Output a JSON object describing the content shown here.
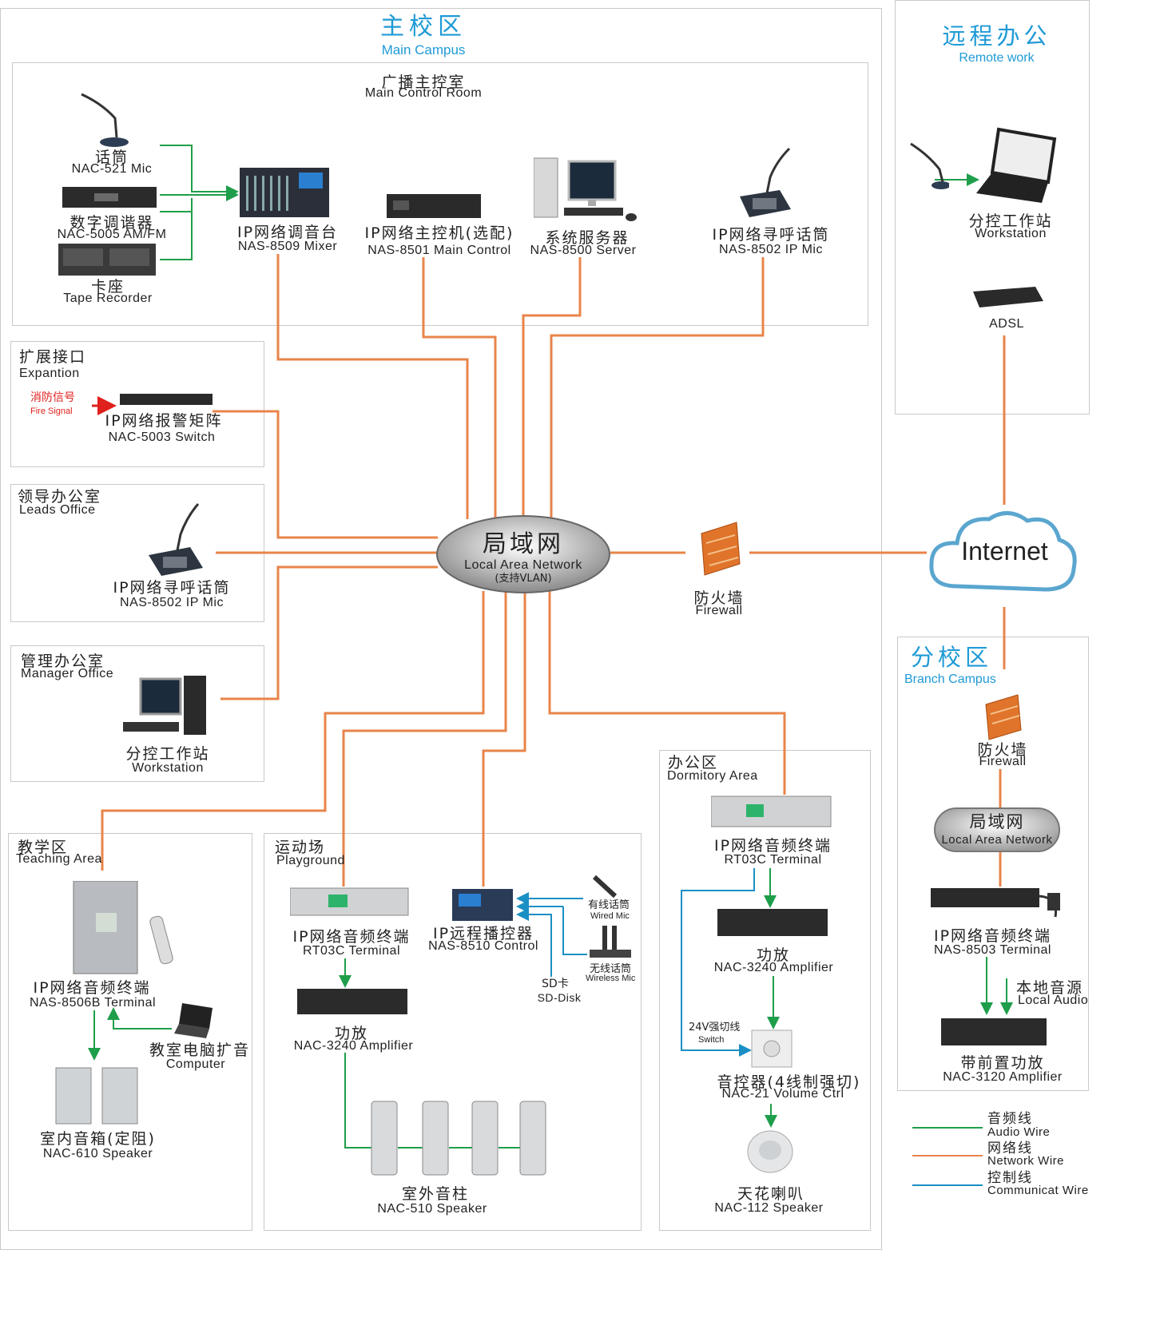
{
  "main_campus": {
    "title_cn": "主校区",
    "title_en": "Main Campus"
  },
  "main_control_room": {
    "title_cn": "广播主控室",
    "title_en": "Main Control Room",
    "mic": {
      "cn": "话筒",
      "en": "NAC-521 Mic"
    },
    "tuner": {
      "cn": "数字调谐器",
      "en": "NAC-5005 AM/FM"
    },
    "tape": {
      "cn": "卡座",
      "en": "Tape Recorder"
    },
    "mixer": {
      "cn": "IP网络调音台",
      "en": "NAS-8509 Mixer"
    },
    "main_control": {
      "cn": "IP网络主控机(选配)",
      "en": "NAS-8501 Main Control"
    },
    "server": {
      "cn": "系统服务器",
      "en": "NAS-8500   Server"
    },
    "ip_mic": {
      "cn": "IP网络寻呼话筒",
      "en": "NAS-8502 IP Mic"
    }
  },
  "expansion": {
    "title_cn": "扩展接口",
    "title_en": "Expantion",
    "fire_cn": "消防信号",
    "fire_en": "Fire Signal",
    "switch": {
      "cn": "IP网络报警矩阵",
      "en": "NAC-5003 Switch"
    }
  },
  "leads_office": {
    "title_cn": "领导办公室",
    "title_en": "Leads Office",
    "device": {
      "cn": "IP网络寻呼话筒",
      "en": "NAS-8502 IP Mic"
    }
  },
  "manager_office": {
    "title_cn": "管理办公室",
    "title_en": "Manager Office",
    "device": {
      "cn": "分控工作站",
      "en": "Workstation"
    }
  },
  "lan": {
    "cn": "局域网",
    "en": "Local Area Network",
    "sub": "(支持VLAN)"
  },
  "firewall": {
    "cn": "防火墙",
    "en": "Firewall"
  },
  "internet": {
    "label": "Internet"
  },
  "remote": {
    "title_cn": "远程办公",
    "title_en": "Remote work",
    "workstation": {
      "cn": "分控工作站",
      "en": "Workstation"
    },
    "adsl": "ADSL"
  },
  "branch": {
    "title_cn": "分校区",
    "title_en": "Branch Campus",
    "firewall": {
      "cn": "防火墙",
      "en": "Firewall"
    },
    "lan": {
      "cn": "局域网",
      "en": "Local Area Network"
    },
    "terminal": {
      "cn": "IP网络音频终端",
      "en": "NAS-8503 Terminal"
    },
    "local_audio": {
      "cn": "本地音源",
      "en": "Local Audio"
    },
    "amp": {
      "cn": "带前置功放",
      "en": "NAC-3120 Amplifier"
    }
  },
  "teaching": {
    "title_cn": "教学区",
    "title_en": "Teaching Area",
    "terminal": {
      "cn": "IP网络音频终端",
      "en": "NAS-8506B Terminal"
    },
    "computer": {
      "cn": "教室电脑扩音",
      "en": "Computer"
    },
    "speaker": {
      "cn": "室内音箱(定阻)",
      "en": "NAC-610  Speaker"
    }
  },
  "playground": {
    "title_cn": "运动场",
    "title_en": "Playground",
    "terminal": {
      "cn": "IP网络音频终端",
      "en": "RT03C Terminal"
    },
    "control": {
      "cn": "IP远程播控器",
      "en": "NAS-8510 Control"
    },
    "wired_mic": {
      "cn": "有线话筒",
      "en": "Wired Mic"
    },
    "wireless_mic": {
      "cn": "无线话筒",
      "en": "Wireless Mic"
    },
    "sd": {
      "cn": "SD卡",
      "en": "SD-Disk"
    },
    "amp": {
      "cn": "功放",
      "en": "NAC-3240 Amplifier"
    },
    "speaker": {
      "cn": "室外音柱",
      "en": "NAC-510 Speaker"
    }
  },
  "dormitory": {
    "title_cn": "办公区",
    "title_en": "Dormitory Area",
    "terminal": {
      "cn": "IP网络音频终端",
      "en": "RT03C Terminal"
    },
    "amp": {
      "cn": "功放",
      "en": "NAC-3240 Amplifier"
    },
    "switch_cn": "24V强切线",
    "switch_en": "Switch",
    "volume": {
      "cn": "音控器(4线制强切)",
      "en": "NAC-21 Volume Ctrl"
    },
    "ceiling": {
      "cn": "天花喇叭",
      "en": "NAC-112 Speaker"
    }
  },
  "legend": {
    "audio": {
      "cn": "音频线",
      "en": "Audio Wire",
      "color": "#1e9e4a"
    },
    "network": {
      "cn": "网络线",
      "en": "Network Wire",
      "color": "#e8844a"
    },
    "control": {
      "cn": "控制线",
      "en": "Communicat Wire",
      "color": "#1a8fc4"
    }
  }
}
